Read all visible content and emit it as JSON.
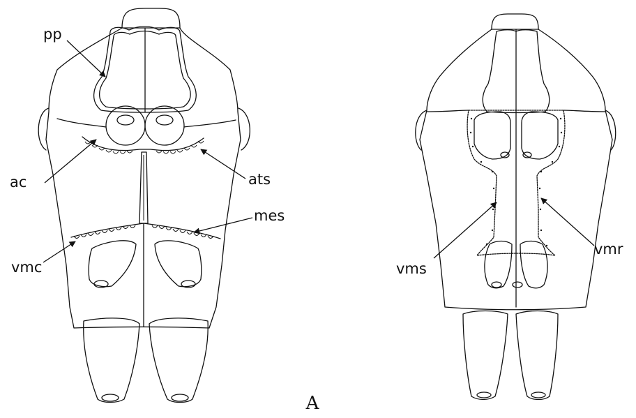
{
  "figure": {
    "caption": "A",
    "left_specimen": {
      "labels": {
        "pp": "pp",
        "ac": "ac",
        "ats": "ats",
        "mes": "mes",
        "vmc": "vmc"
      }
    },
    "right_specimen": {
      "labels": {
        "vms": "vms",
        "vmr": "vmr"
      }
    }
  }
}
